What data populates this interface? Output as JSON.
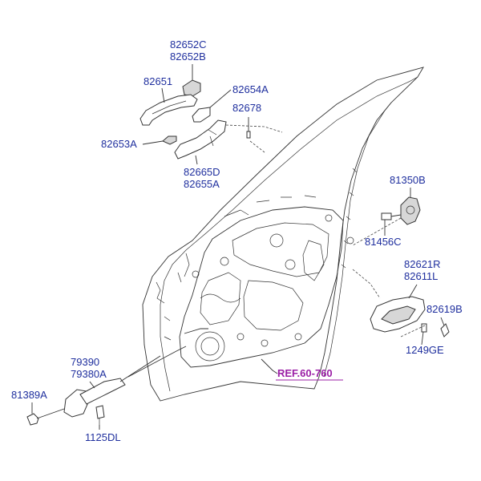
{
  "labels": {
    "p82652c": "82652C",
    "p82652b": "82652B",
    "p82651": "82651",
    "p82654a": "82654A",
    "p82678": "82678",
    "p82653a": "82653A",
    "p82665d": "82665D",
    "p82655a": "82655A",
    "p81350b": "81350B",
    "p81456c": "81456C",
    "p82621r": "82621R",
    "p82611l": "82611L",
    "p82619b": "82619B",
    "p1249ge": "1249GE",
    "p79390": "79390",
    "p79380a": "79380A",
    "p81389a": "81389A",
    "p1125dl": "1125DL",
    "ref": "REF.60-760"
  },
  "colors": {
    "label": "#1f2f9e",
    "reference": "#9b1fa6",
    "outline": "#333333"
  }
}
